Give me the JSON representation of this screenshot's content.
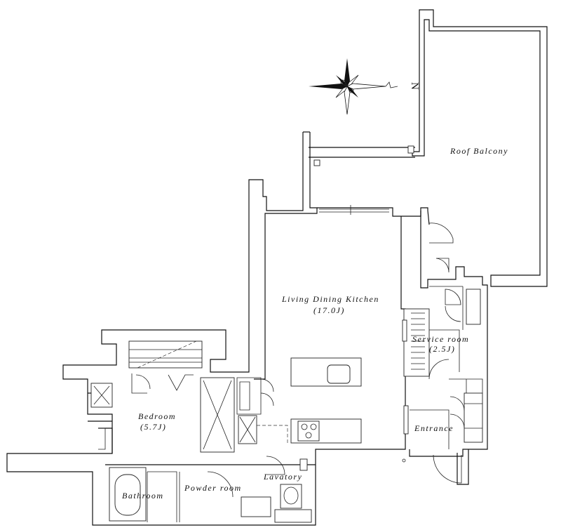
{
  "rooms": {
    "roof_balcony": "Roof Balcony",
    "ldk": "Living Dining Kitchen",
    "ldk_size": "(17.0J)",
    "service_room": "Service room",
    "service_room_size": "(2.5J)",
    "bedroom": "Bedroom",
    "bedroom_size": "(5.7J)",
    "entrance": "Entrance",
    "lavatory": "Lavatory",
    "powder_room": "Powder room",
    "bathroom": "Bathroom"
  },
  "compass": {
    "north_label": "N"
  },
  "colors": {
    "line": "#111111",
    "background": "#ffffff"
  }
}
